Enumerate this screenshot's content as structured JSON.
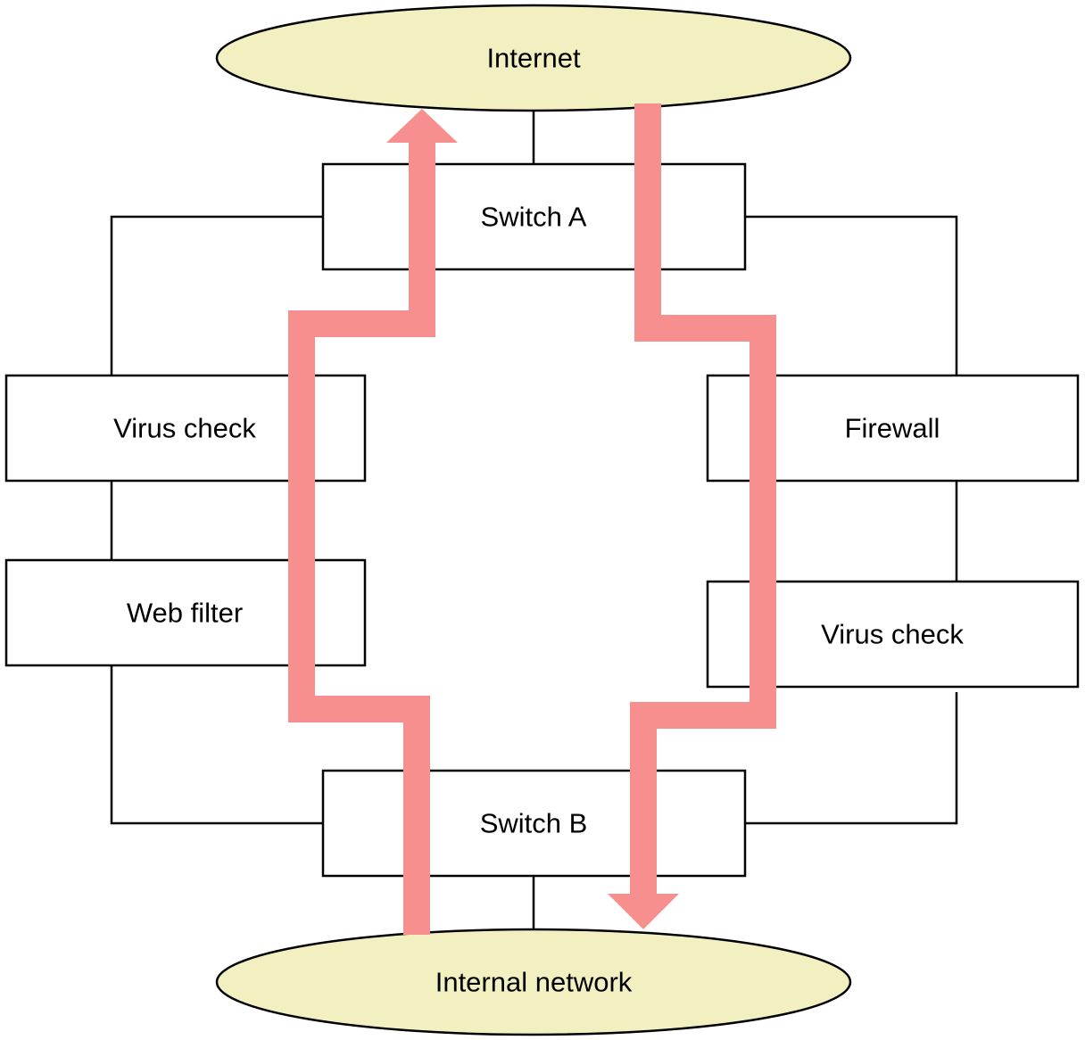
{
  "colors": {
    "ellipse_fill": "#f2f0c0",
    "flow": "#f78f8f",
    "line": "#000000",
    "box_fill": "#ffffff"
  },
  "nodes": {
    "internet": {
      "label": "Internet"
    },
    "switch_a": {
      "label": "Switch A"
    },
    "virus_check_left": {
      "label": "Virus check"
    },
    "web_filter": {
      "label": "Web filter"
    },
    "firewall": {
      "label": "Firewall"
    },
    "virus_check_right": {
      "label": "Virus check"
    },
    "switch_b": {
      "label": "Switch B"
    },
    "internal_network": {
      "label": "Internal network"
    }
  },
  "flows": [
    {
      "id": "outbound",
      "from": "internal_network",
      "to": "internet",
      "via": [
        "switch_b",
        "web_filter",
        "virus_check_left",
        "switch_a"
      ]
    },
    {
      "id": "inbound",
      "from": "internet",
      "to": "internal_network",
      "via": [
        "switch_a",
        "firewall",
        "virus_check_right",
        "switch_b"
      ]
    }
  ]
}
